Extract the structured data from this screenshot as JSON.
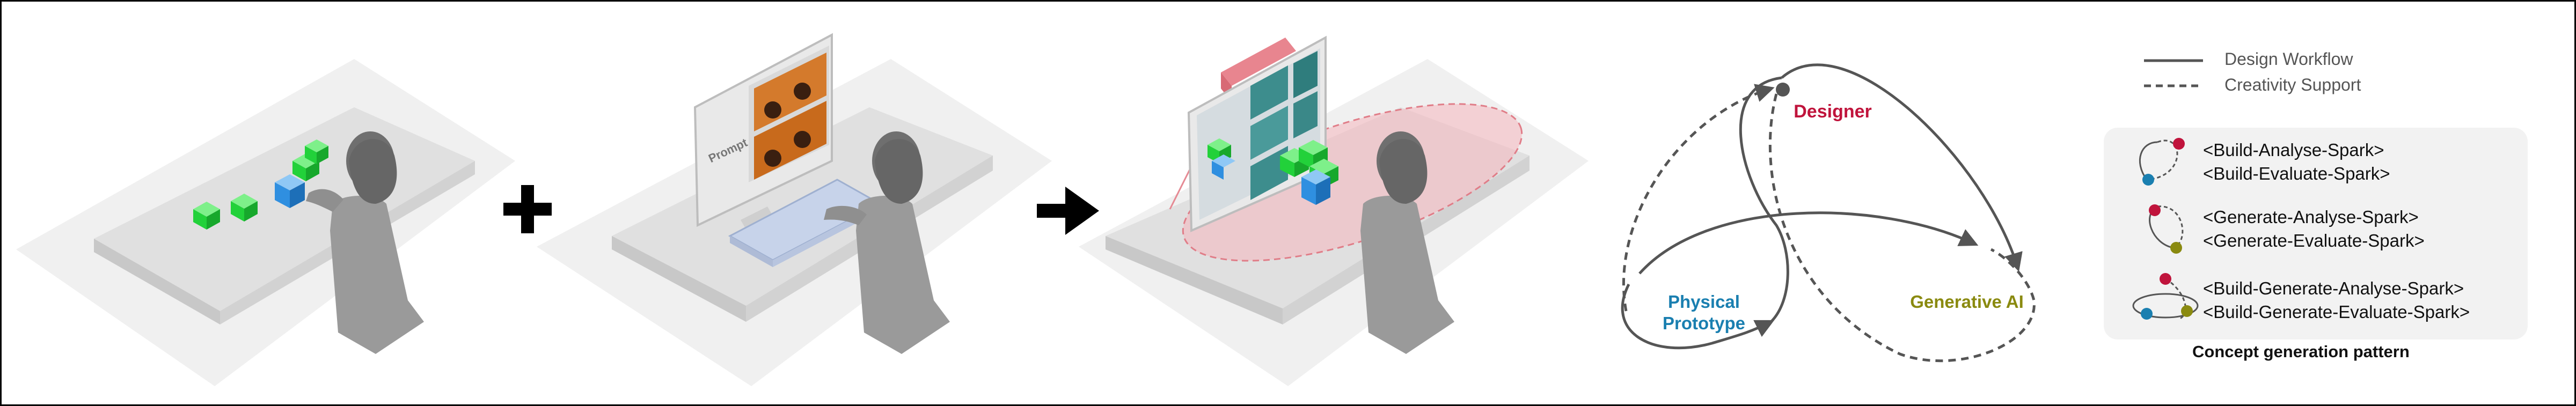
{
  "operators": {
    "plus": "plus-icon",
    "arrow": "arrow-right-icon"
  },
  "scene2": {
    "monitor_label": "Prompt"
  },
  "network": {
    "nodes": {
      "designer": {
        "label": "Designer",
        "color": "#c0143c"
      },
      "physical": {
        "label": "Physical Prototype",
        "color": "#1a7fb0"
      },
      "genai": {
        "label": "Generative AI",
        "color": "#8a8a10"
      }
    }
  },
  "legend": {
    "workflow_label": "Design Workflow",
    "support_label": "Creativity Support"
  },
  "patterns": {
    "caption": "Concept generation pattern",
    "groups": [
      {
        "line1": "<Build-Analyse-Spark>",
        "line2": "<Build-Evaluate-Spark>"
      },
      {
        "line1": "<Generate-Analyse-Spark>",
        "line2": "<Generate-Evaluate-Spark>"
      },
      {
        "line1": "<Build-Generate-Analyse-Spark>",
        "line2": "<Build-Generate-Evaluate-Spark>"
      }
    ]
  },
  "colors": {
    "designer": "#c0143c",
    "physical": "#1a7fb0",
    "genai": "#8a8a10",
    "cube_green": "#22d13a",
    "cube_blue": "#2f8fe0"
  }
}
